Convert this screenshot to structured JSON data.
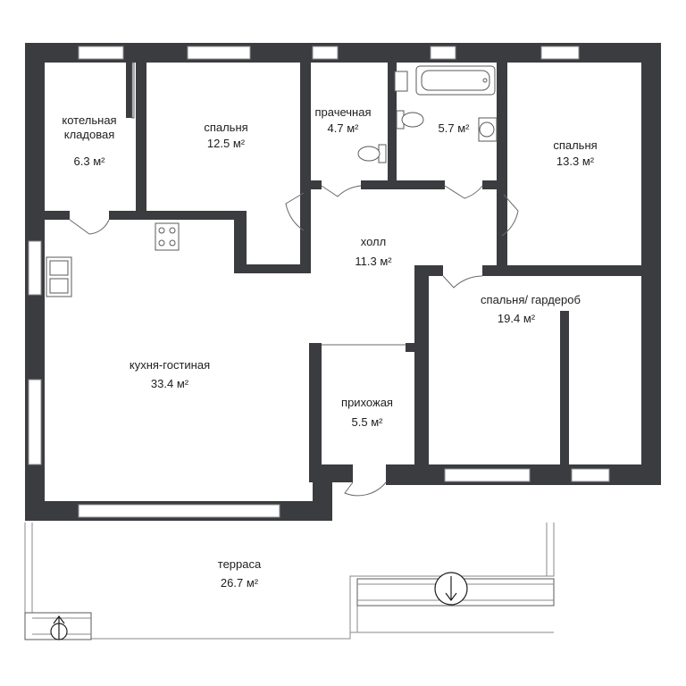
{
  "rooms": [
    {
      "id": "boiler",
      "name_line1": "котельная",
      "name_line2": "кладовая",
      "area": "6.3 м²"
    },
    {
      "id": "bedroom1",
      "name": "спальня",
      "area": "12.5 м²"
    },
    {
      "id": "laundry",
      "name": "прачечная",
      "area": "4.7 м²"
    },
    {
      "id": "bathroom",
      "area": "5.7 м²"
    },
    {
      "id": "bedroom2",
      "name": "спальня",
      "area": "13.3 м²"
    },
    {
      "id": "hall",
      "name": "холл",
      "area": "11.3 м²"
    },
    {
      "id": "bedroom3",
      "name": "спальня/ гардероб",
      "area": "19.4 м²"
    },
    {
      "id": "kitchen",
      "name": "кухня-гостиная",
      "area": "33.4 м²"
    },
    {
      "id": "entry",
      "name": "прихожая",
      "area": "5.5 м²"
    },
    {
      "id": "terrace",
      "name": "терраса",
      "area": "26.7 м²"
    }
  ],
  "colors": {
    "wall": "#3b3c40",
    "background": "#ffffff",
    "text": "#1e1e1e"
  },
  "icons": [
    "entrance-arrow-icon",
    "entrance-arrow-icon"
  ]
}
